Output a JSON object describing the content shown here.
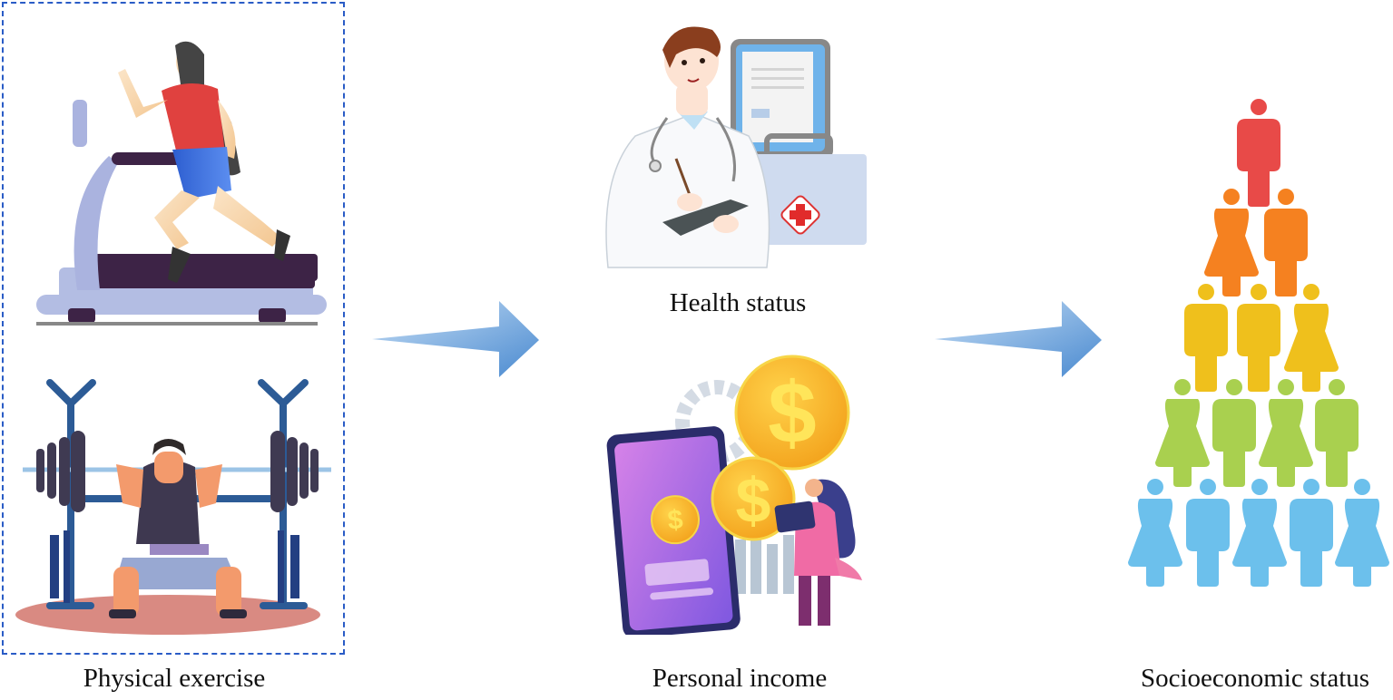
{
  "diagram": {
    "type": "flow",
    "nodes": [
      {
        "id": "physical_exercise",
        "label": "Physical exercise",
        "illustrations": [
          "woman-running-on-treadmill",
          "man-squatting-barbell-rack"
        ]
      },
      {
        "id": "health_status",
        "label": "Health status",
        "illustrations": [
          "doctor-with-clipboard-stethoscope",
          "tablet-medical-record",
          "first-aid-kit"
        ]
      },
      {
        "id": "personal_income",
        "label": "Personal income",
        "illustrations": [
          "smartphone-with-dollar-coin",
          "gold-dollar-coins",
          "woman-with-tablet",
          "gear",
          "bar-chart"
        ]
      },
      {
        "id": "socioeconomic_status",
        "label": "Socioeconomic status",
        "illustrations": [
          "people-pyramid"
        ]
      }
    ],
    "edges": [
      {
        "from": "physical_exercise",
        "to": [
          "health_status",
          "personal_income"
        ],
        "style": "blue-gradient-arrow"
      },
      {
        "from": [
          "health_status",
          "personal_income"
        ],
        "to": "socioeconomic_status",
        "style": "blue-gradient-arrow"
      }
    ],
    "pyramid_rows": [
      {
        "count": 1,
        "color": "#e84a48",
        "figures": [
          "m"
        ]
      },
      {
        "count": 2,
        "color": "#f58120",
        "figures": [
          "f",
          "m"
        ]
      },
      {
        "count": 3,
        "color": "#efc01c",
        "figures": [
          "m",
          "m",
          "f"
        ]
      },
      {
        "count": 4,
        "color": "#a9d04f",
        "figures": [
          "f",
          "m",
          "f",
          "m"
        ]
      },
      {
        "count": 5,
        "color": "#6cc0ec",
        "figures": [
          "f",
          "m",
          "f",
          "m",
          "f"
        ]
      }
    ],
    "colors": {
      "border_dashed": "#2a5cc6",
      "arrow_light": "#b9d6f2",
      "arrow_dark": "#4d8fd1"
    }
  }
}
